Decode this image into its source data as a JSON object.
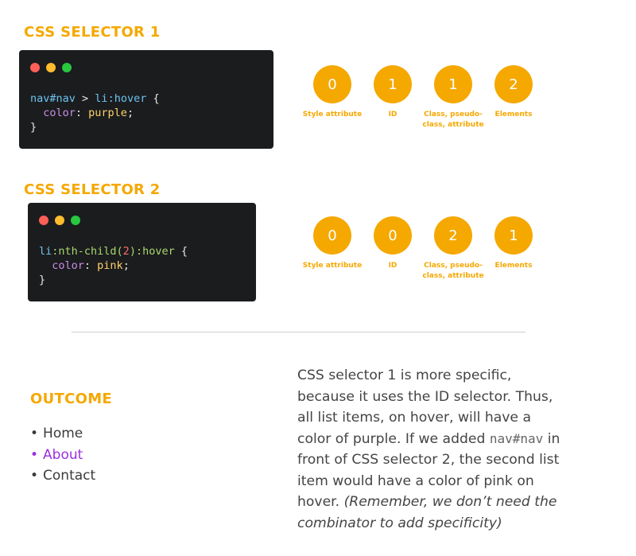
{
  "colors": {
    "accent": "#f5a800",
    "code_bg": "#1b1c1e",
    "dot_red": "#ff5f57",
    "dot_yellow": "#febc2e",
    "dot_green": "#28c840",
    "highlight": "#9b30e0"
  },
  "sections": [
    {
      "heading": "CSS SELECTOR 1",
      "code": {
        "selector_tag": "nav",
        "selector_id": "#nav",
        "combinator": " > ",
        "selector_li": "li",
        "pseudo": ":hover",
        "open_brace": " {",
        "property": "color",
        "colon": ": ",
        "value": "purple",
        "semicolon": ";",
        "close_brace": "}"
      },
      "specificity": [
        {
          "value": "0",
          "label": "Style attribute"
        },
        {
          "value": "1",
          "label": "ID"
        },
        {
          "value": "1",
          "label": "Class, pseudo-class, attribute"
        },
        {
          "value": "2",
          "label": "Elements"
        }
      ]
    },
    {
      "heading": "CSS SELECTOR 2",
      "code": {
        "selector_li": "li",
        "pseudo1": ":nth-child(",
        "arg": "2",
        "pseudo1_close": ")",
        "pseudo2": ":hover",
        "open_brace": " {",
        "property": "color",
        "colon": ": ",
        "value": "pink",
        "semicolon": ";",
        "close_brace": "}"
      },
      "specificity": [
        {
          "value": "0",
          "label": "Style attribute"
        },
        {
          "value": "0",
          "label": "ID"
        },
        {
          "value": "2",
          "label": "Class, pseudo-class, attribute"
        },
        {
          "value": "1",
          "label": "Elements"
        }
      ]
    }
  ],
  "outcome": {
    "heading": "OUTCOME",
    "bullet": "•",
    "items": [
      "Home",
      "About",
      "Contact"
    ]
  },
  "explanation": {
    "part1": "CSS selector 1 is more specific, because it uses the ID selector. Thus, all list items, on hover, will have a color of purple. If we added ",
    "code": "nav#nav",
    "part2": " in front of CSS selector 2, the second list item would have a color of pink on hover. ",
    "italic": "(Remember, we don’t need the combinator to add specificity)"
  }
}
